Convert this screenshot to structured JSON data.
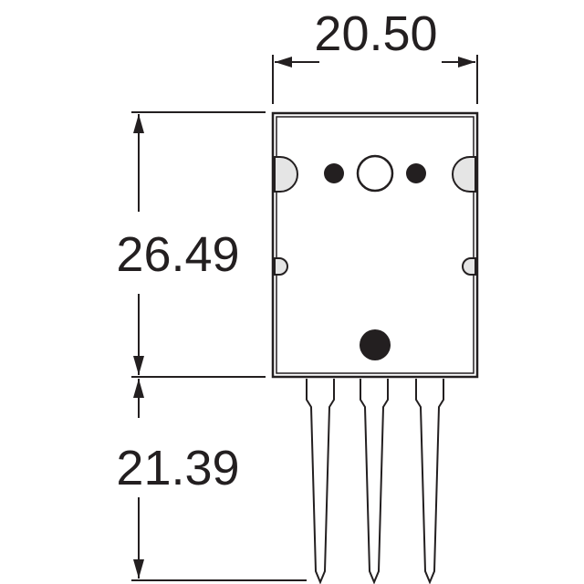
{
  "dimensions": {
    "width": "20.50",
    "body_height": "26.49",
    "lead_length": "21.39"
  },
  "colors": {
    "line": "#231f20",
    "pad_fill": "#e5e5e5",
    "background": "#ffffff"
  }
}
